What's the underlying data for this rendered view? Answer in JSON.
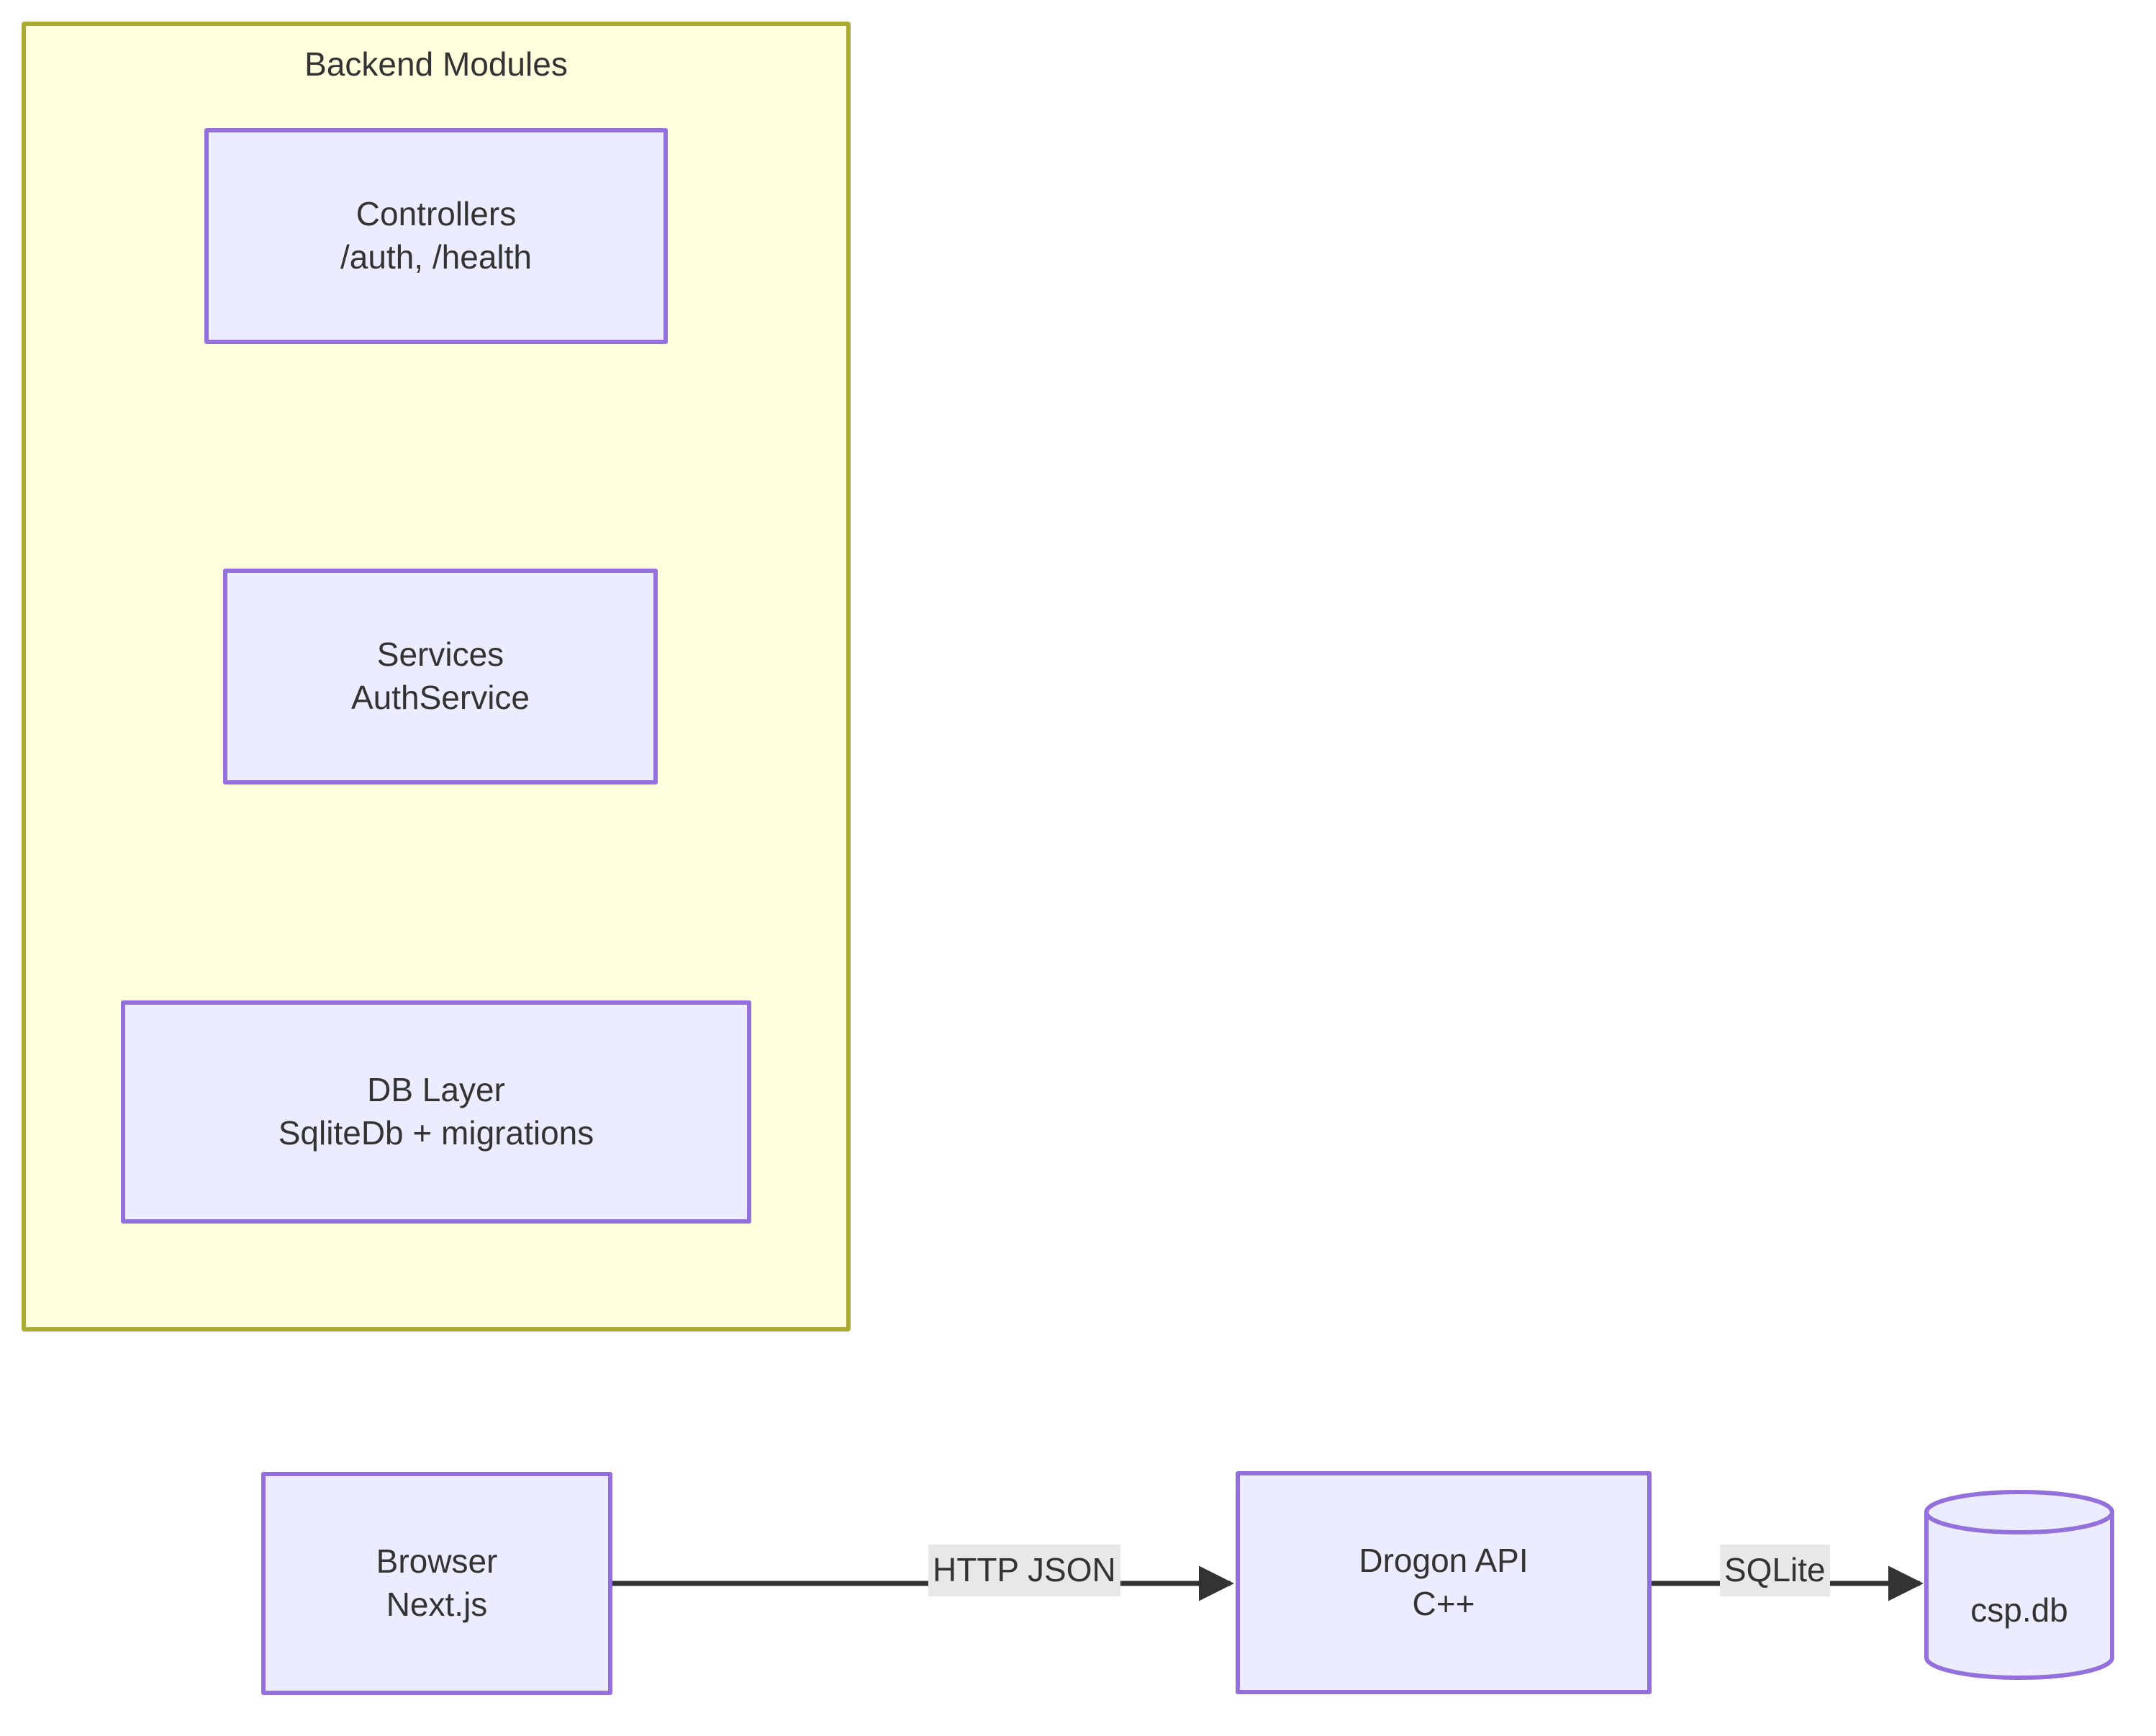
{
  "diagram": {
    "type": "flowchart",
    "background": "#ffffff",
    "palette": {
      "node_fill": "#ececff",
      "node_stroke": "#9370db",
      "cluster_fill": "#ffffde",
      "cluster_stroke": "#aaaa33",
      "edge_stroke": "#333333",
      "edge_label_bg": "#e8e8e8",
      "text": "#333333"
    },
    "cluster": {
      "title": "Backend Modules"
    },
    "nodes": {
      "controllers": {
        "line1": "Controllers",
        "line2": "/auth, /health"
      },
      "services": {
        "line1": "Services",
        "line2": "AuthService"
      },
      "dblayer": {
        "line1": "DB Layer",
        "line2": "SqliteDb + migrations"
      },
      "browser": {
        "line1": "Browser",
        "line2": "Next.js"
      },
      "drogon": {
        "line1": "Drogon API",
        "line2": "C++"
      },
      "database": {
        "label": "csp.db"
      }
    },
    "edges": [
      {
        "from": "controllers",
        "to": "services",
        "label": "",
        "direction": "down"
      },
      {
        "from": "services",
        "to": "dblayer",
        "label": "",
        "direction": "down"
      },
      {
        "from": "browser",
        "to": "drogon",
        "label": "HTTP JSON",
        "direction": "right"
      },
      {
        "from": "drogon",
        "to": "database",
        "label": "SQLite",
        "direction": "right"
      }
    ],
    "edge_labels": {
      "http_json": "HTTP JSON",
      "sqlite": "SQLite"
    }
  }
}
